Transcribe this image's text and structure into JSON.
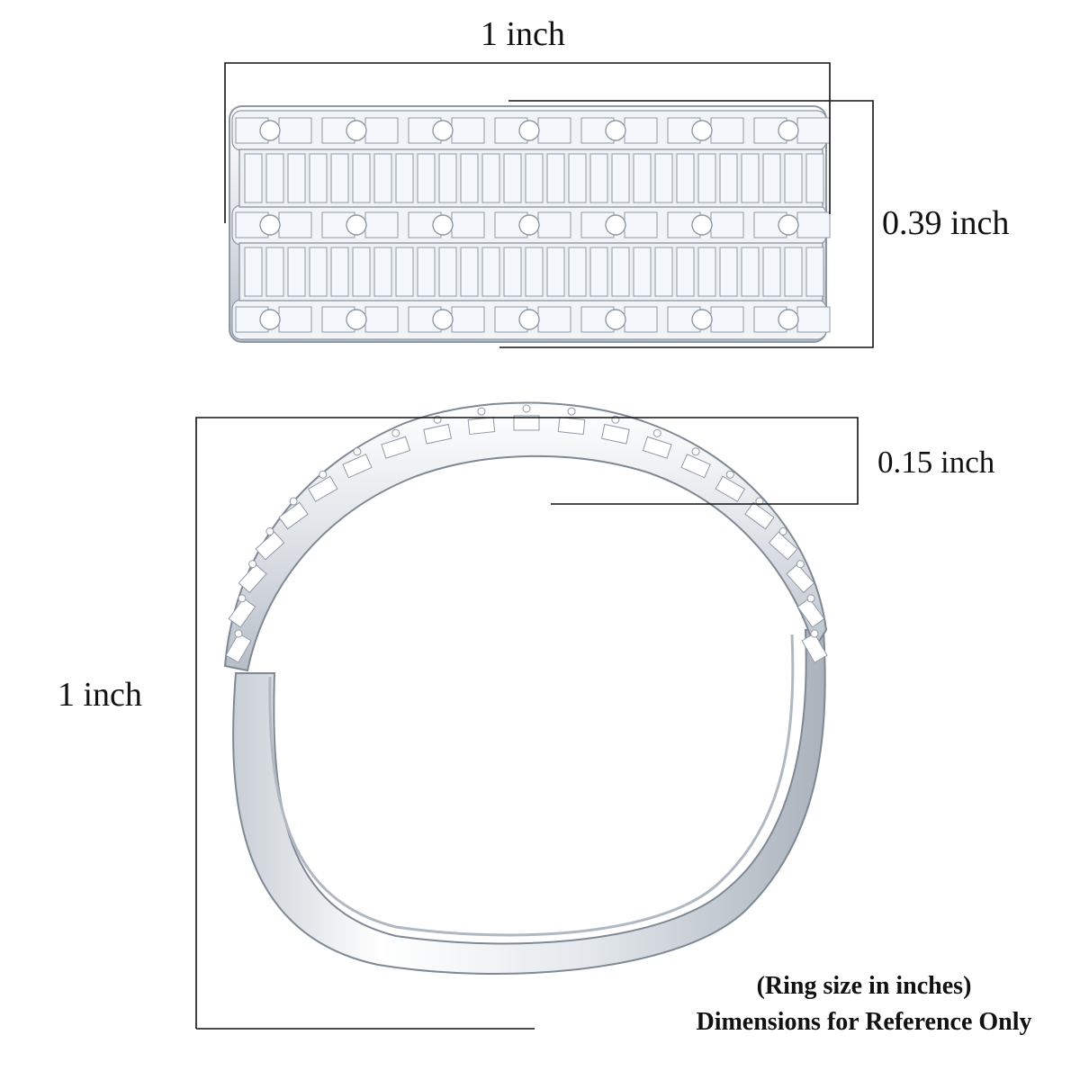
{
  "dimensions": {
    "top_width": "1 inch",
    "top_height": "0.39 inch",
    "band_depth": "0.15 inch",
    "ring_height": "1 inch"
  },
  "notes": {
    "line1": "(Ring size in inches)",
    "line2": "Dimensions for Reference Only"
  },
  "colors": {
    "metal": "#e9ecf1",
    "metal_shadow": "#9aa3ad",
    "stone": "#f4f7fb",
    "stone_edge": "#8f99a6",
    "line": "#111111"
  }
}
